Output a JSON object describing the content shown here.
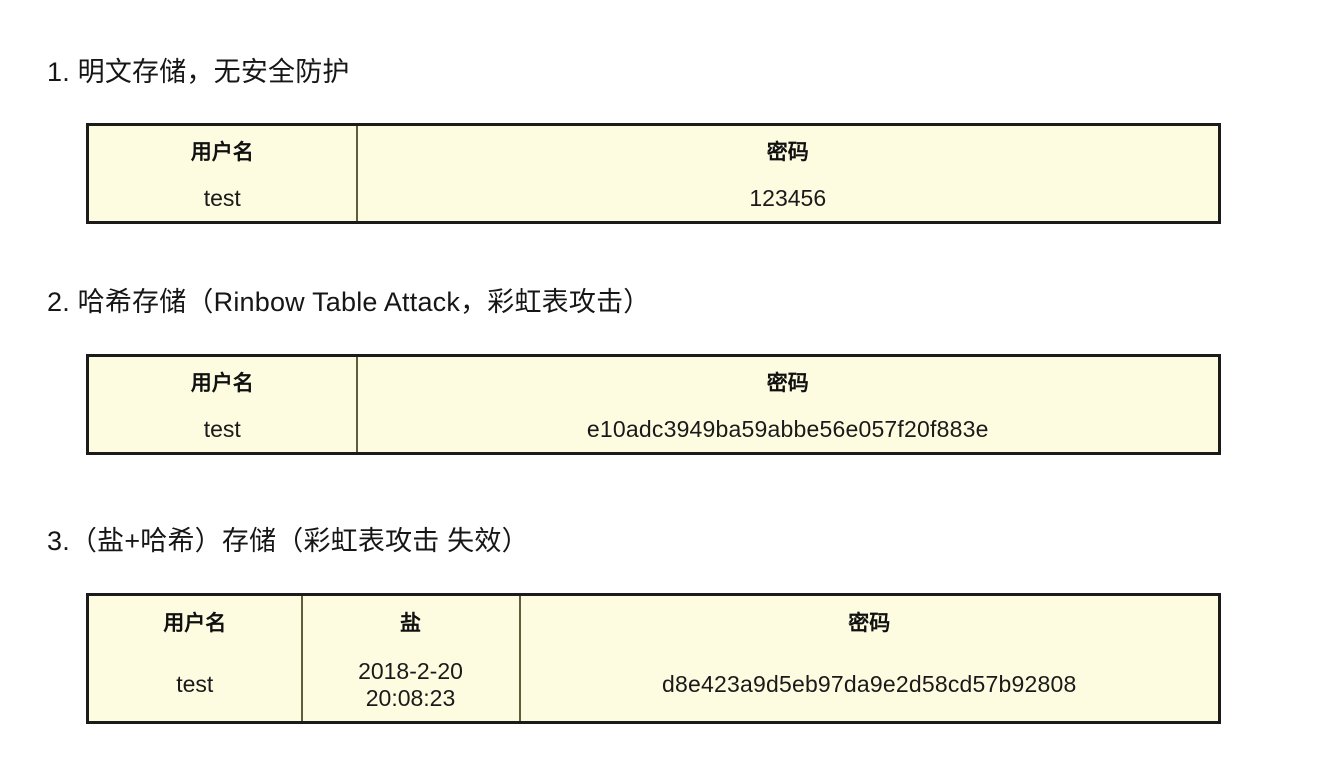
{
  "slide": {
    "background_color": "#ffffff",
    "text_color": "#161616",
    "table_fill_color": "#FDFBE0",
    "table_border_color": "#1b1b1b",
    "table_inner_line_color": "#76764e"
  },
  "sections": [
    {
      "heading": "1. 明文存储，无安全防护",
      "table": {
        "columns": [
          "用户名",
          "密码"
        ],
        "rows": [
          {
            "username": "test",
            "password": "123456"
          }
        ]
      }
    },
    {
      "heading": "2. 哈希存储（Rinbow Table Attack，彩虹表攻击）",
      "table": {
        "columns": [
          "用户名",
          "密码"
        ],
        "rows": [
          {
            "username": "test",
            "password": "e10adc3949ba59abbe56e057f20f883e"
          }
        ]
      }
    },
    {
      "heading": "3.（盐+哈希）存储（彩虹表攻击 失效）",
      "table": {
        "columns": [
          "用户名",
          "盐",
          "密码"
        ],
        "rows": [
          {
            "username": "test",
            "salt_line_1": "2018-2-20",
            "salt_line_2": "20:08:23",
            "password": "d8e423a9d5eb97da9e2d58cd57b92808"
          }
        ]
      }
    }
  ]
}
